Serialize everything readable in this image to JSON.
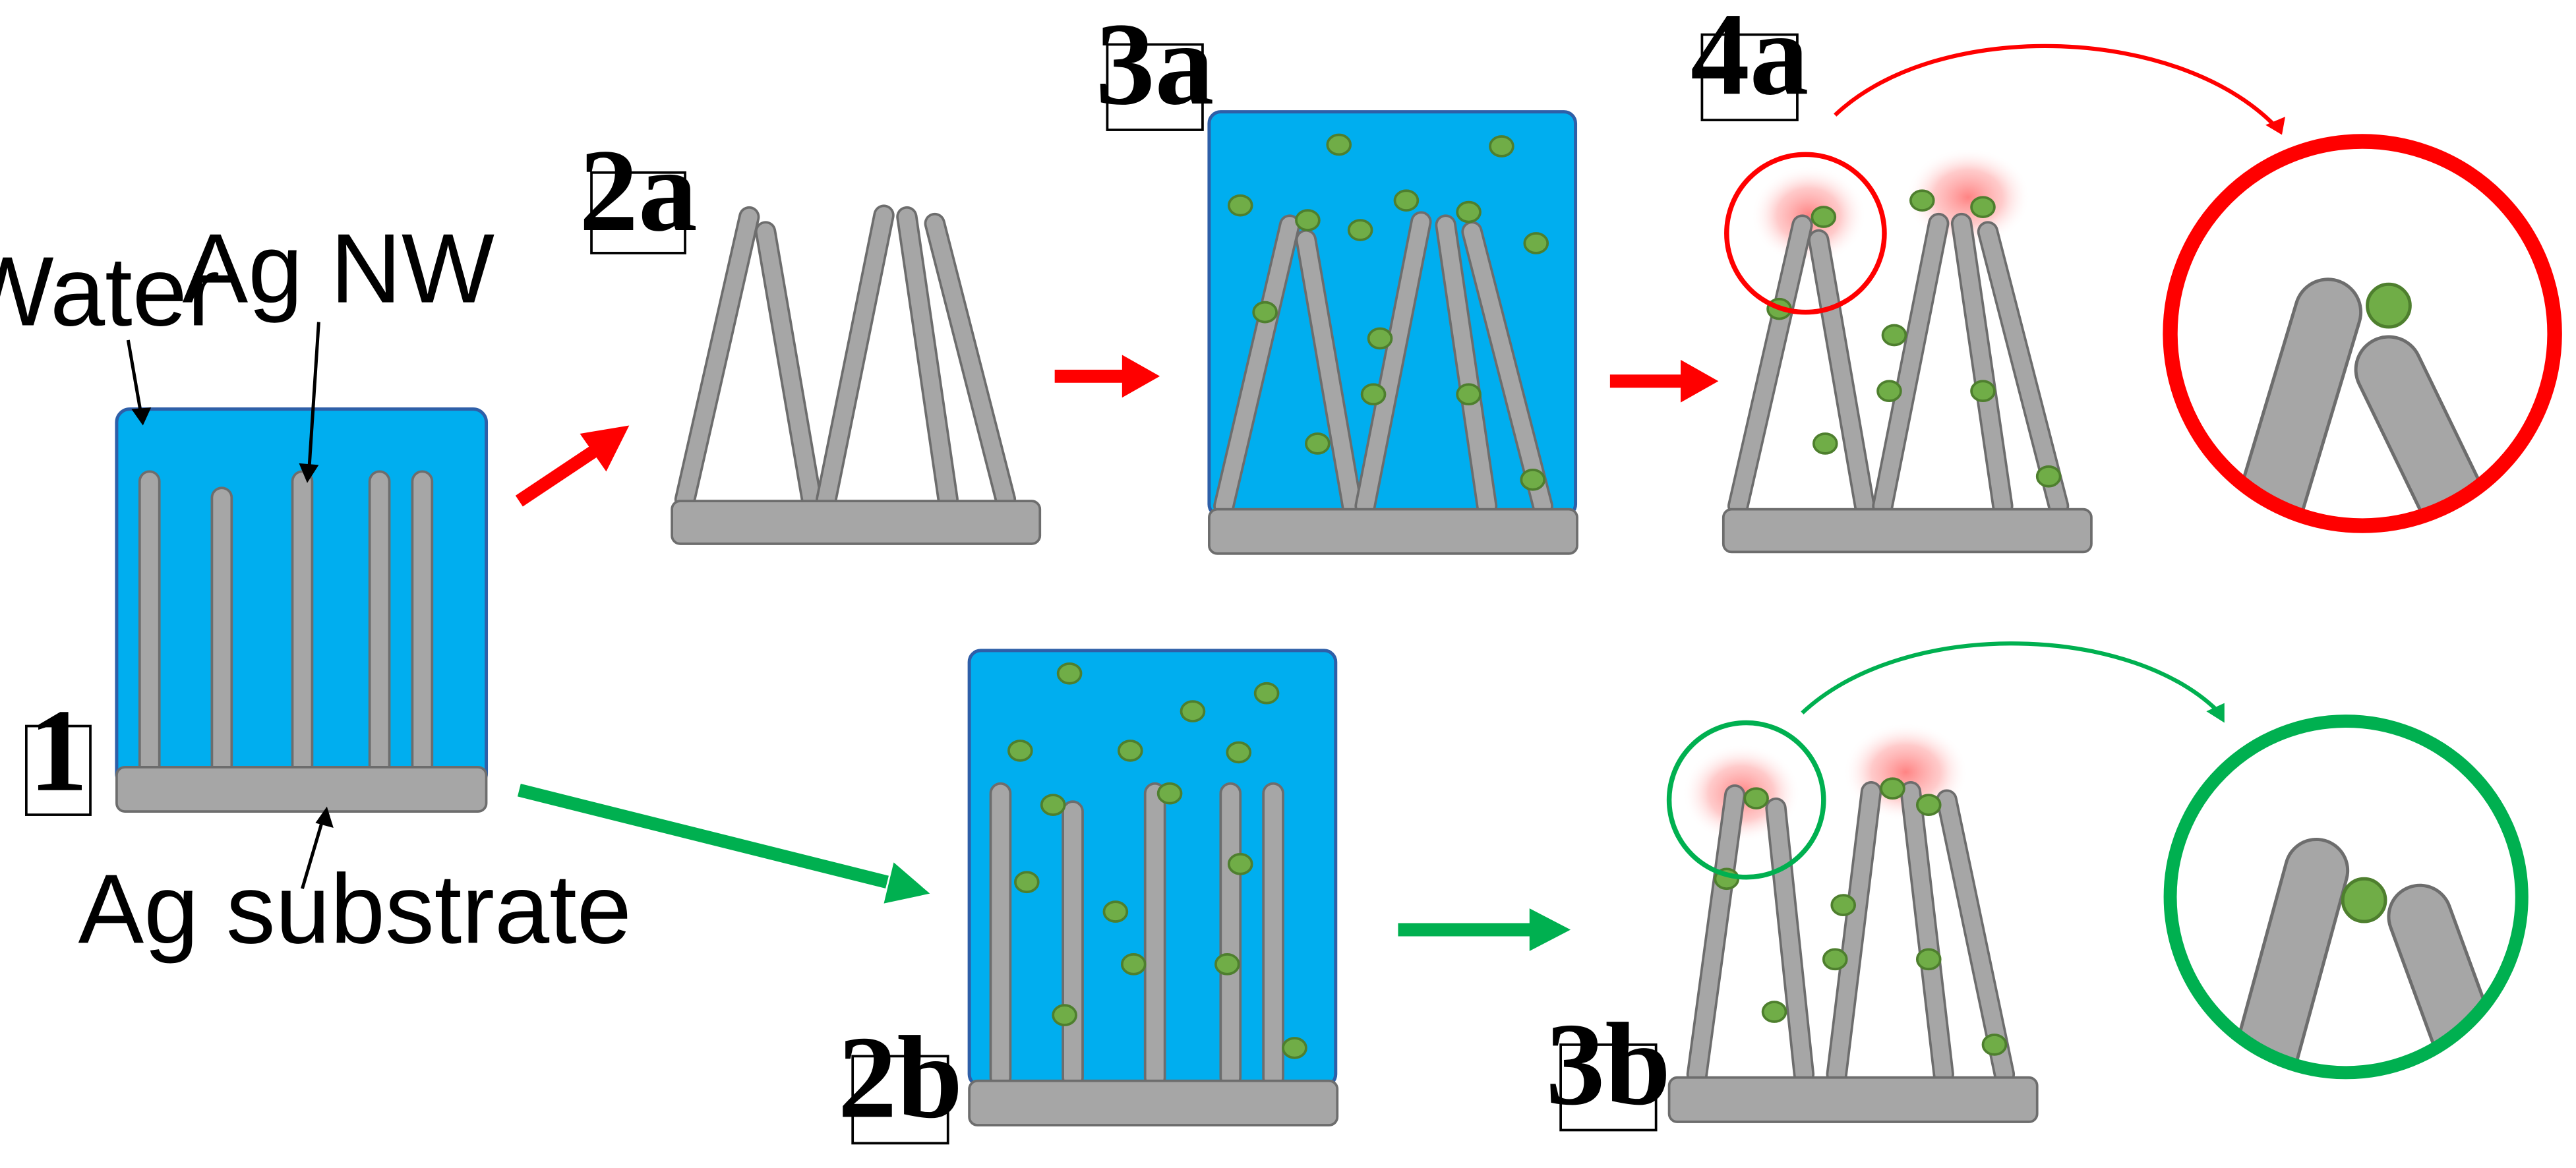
{
  "labels": {
    "water": "Water",
    "ag_nw": "Ag NW",
    "ag_substrate": "Ag substrate"
  },
  "steps": {
    "s1": "1",
    "s2a": "2a",
    "s3a": "3a",
    "s4a": "4a",
    "s2b": "2b",
    "s3b": "3b"
  },
  "colors": {
    "water": "#00AEEF",
    "water_border": "#2E5FA8",
    "wire": "#A6A6A6",
    "wire_border": "#6D6D6D",
    "particle": "#70AD47",
    "particle_border": "#4E7F2E",
    "path_a": "#FF0000",
    "path_b": "#00B050",
    "hotspot": "#FF6F6F"
  }
}
